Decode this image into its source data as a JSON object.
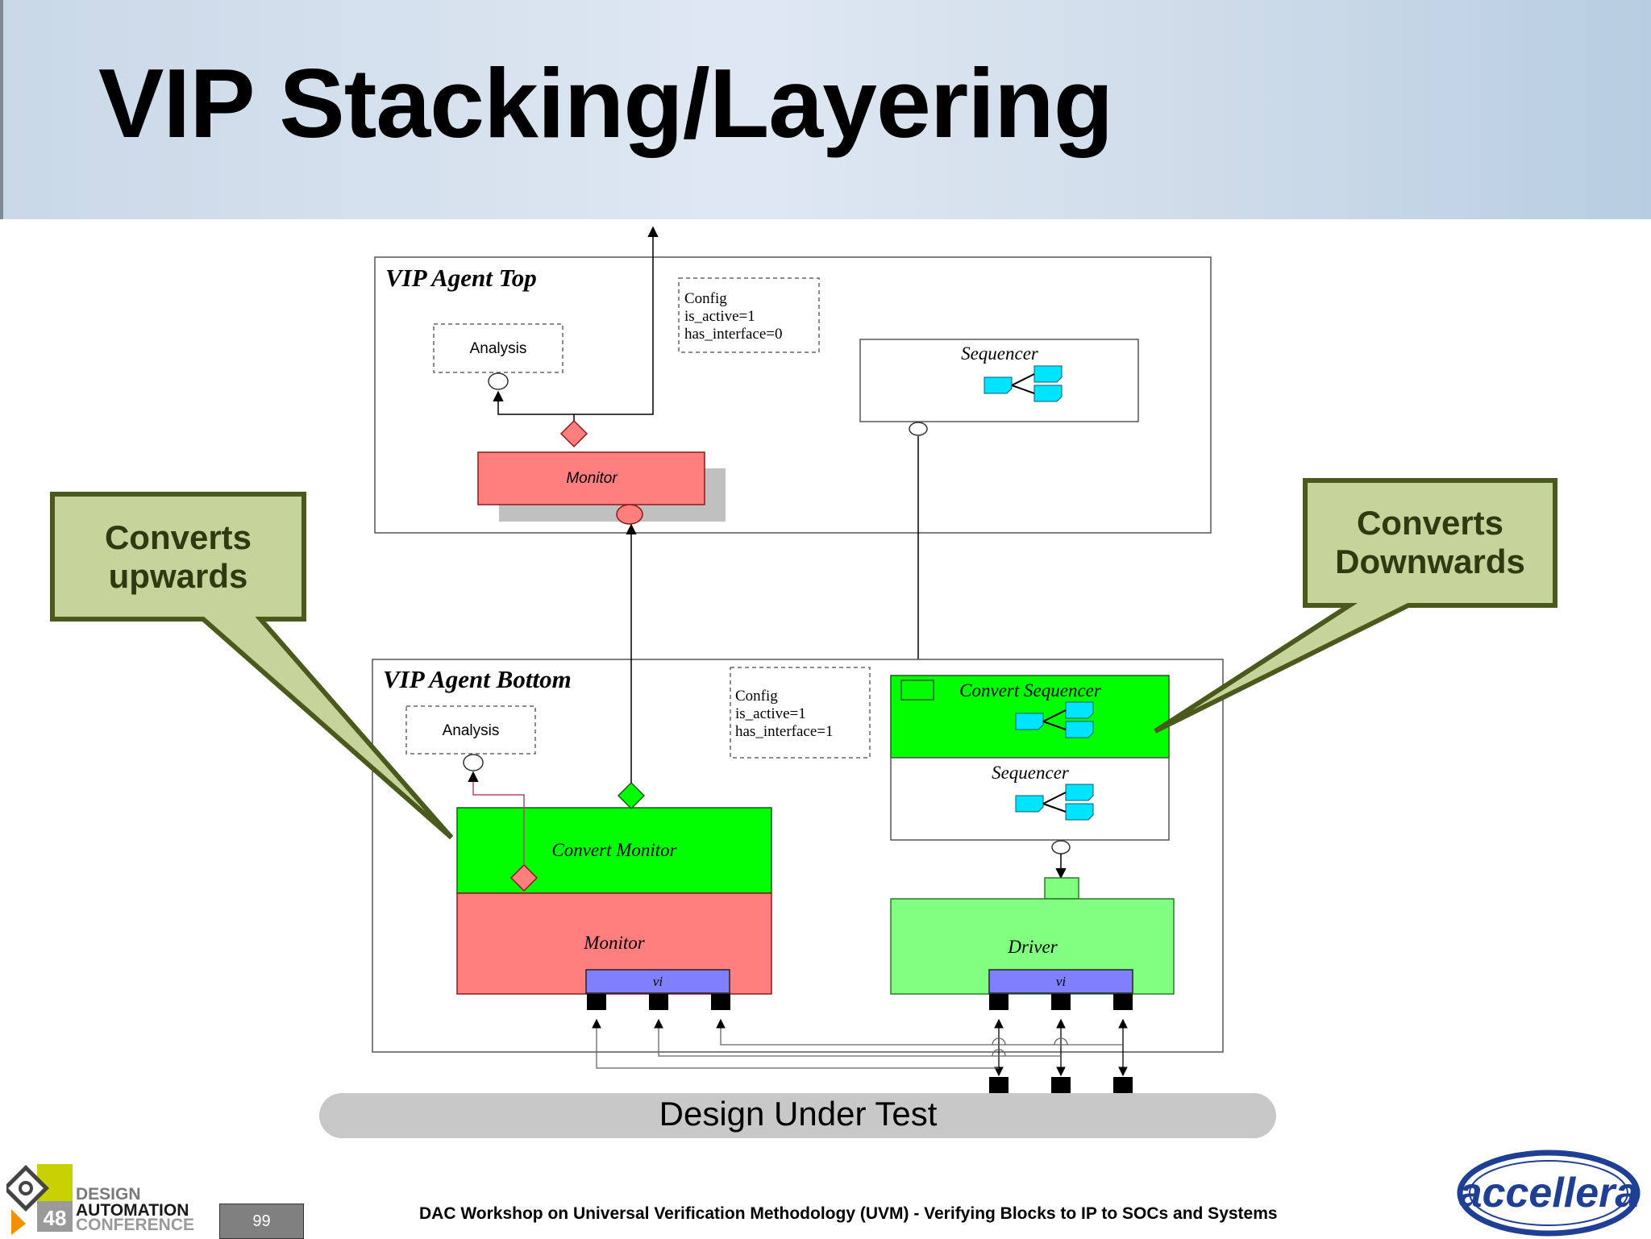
{
  "slide": {
    "title": "VIP Stacking/Layering",
    "page_number": "99",
    "footer": "DAC Workshop on Universal Verification Methodology (UVM) - Verifying Blocks to IP to SOCs and Systems"
  },
  "logos": {
    "dac": {
      "badge_number": "48",
      "line1": "DESIGN",
      "line2": "AUTOMATION",
      "line3": "CONFERENCE"
    },
    "accellera": "accellera"
  },
  "callouts": {
    "left": {
      "line1": "Converts",
      "line2": "upwards"
    },
    "right": {
      "line1": "Converts",
      "line2": "Downwards"
    }
  },
  "diagram": {
    "top_agent": {
      "title": "VIP Agent Top",
      "analysis": "Analysis",
      "config": [
        "Config",
        "is_active=1",
        "has_interface=0"
      ],
      "sequencer": "Sequencer",
      "monitor": "Monitor"
    },
    "bottom_agent": {
      "title": "VIP Agent Bottom",
      "analysis": "Analysis",
      "config": [
        "Config",
        "is_active=1",
        "has_interface=1"
      ],
      "convert_sequencer": "Convert Sequencer",
      "sequencer": "Sequencer",
      "convert_monitor": "Convert Monitor",
      "monitor": "Monitor",
      "monitor_vi": "vi",
      "driver": "Driver",
      "driver_vi": "vi"
    },
    "dut": "Design Under Test"
  },
  "colors": {
    "monitor_red": "#ff7f7f",
    "convert_green": "#00ff00",
    "driver_green": "#80ff80",
    "vi_blue": "#8080ff",
    "item_cyan": "#00e5ff",
    "callout_fill": "#c4d49a",
    "callout_border": "#4a5a1c"
  }
}
